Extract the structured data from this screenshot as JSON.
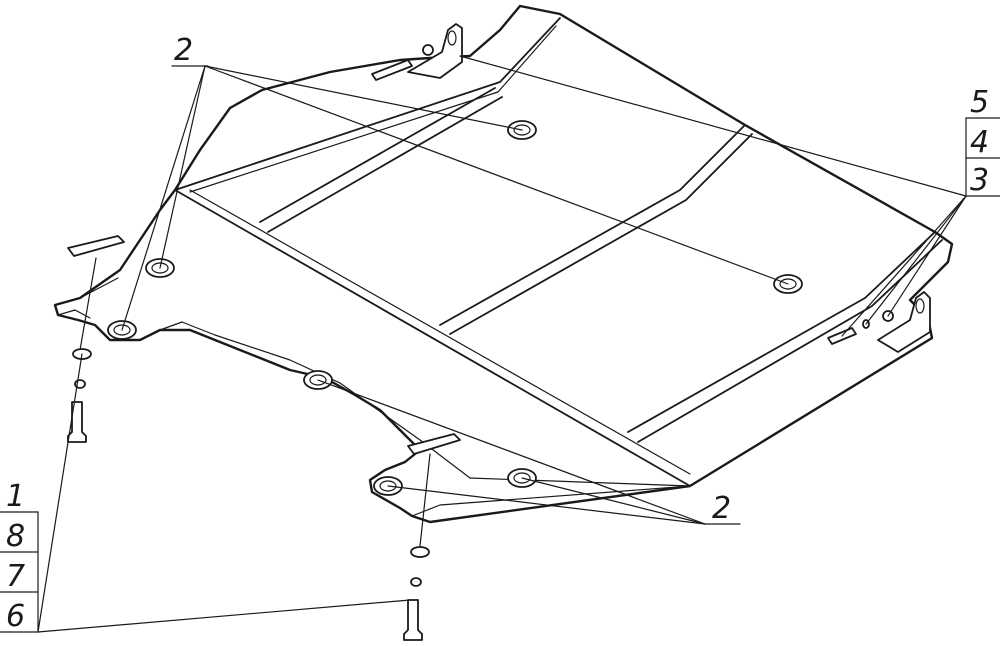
{
  "callouts": {
    "top_left": "2",
    "bottom_right": "2",
    "right_stack": [
      "5",
      "4",
      "3"
    ],
    "left_stack": [
      "1",
      "8",
      "7",
      "6"
    ]
  },
  "colors": {
    "line": "#1a1a1a",
    "background": "#ffffff"
  }
}
